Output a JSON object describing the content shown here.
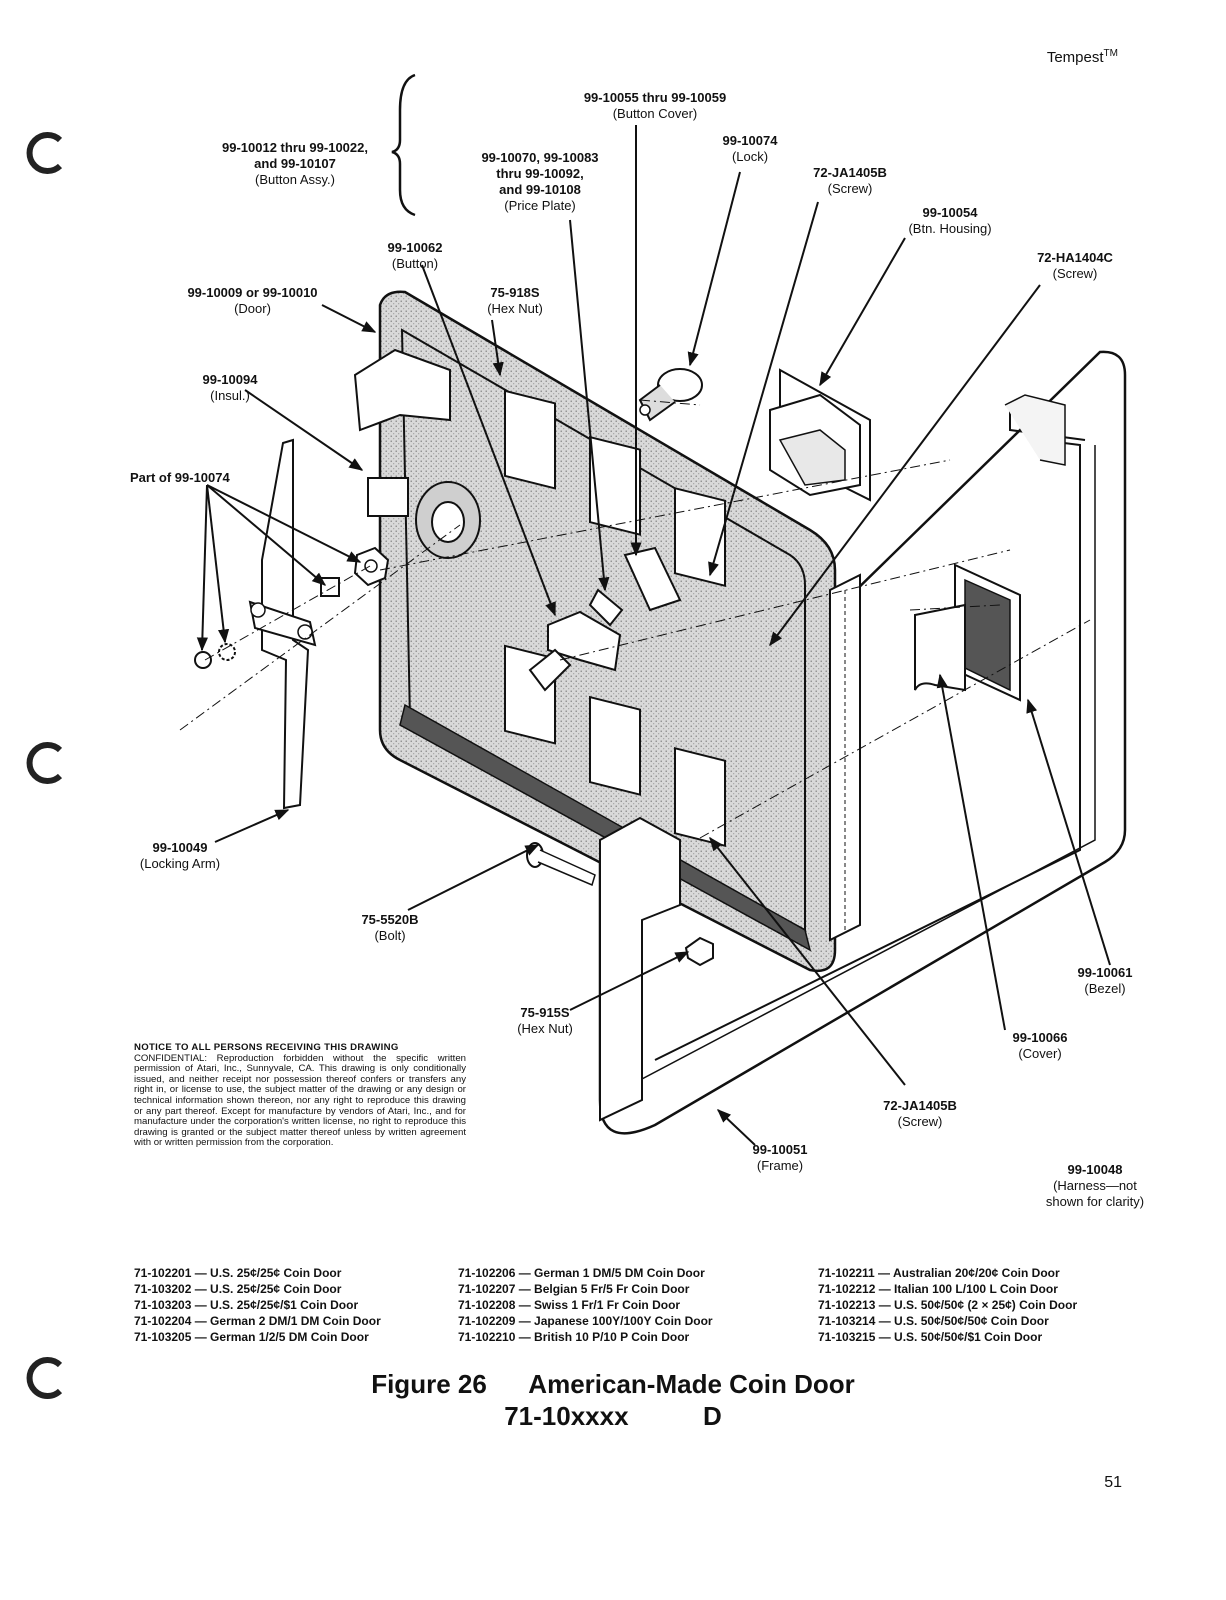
{
  "header": {
    "brand": "Tempest",
    "trademark": "TM"
  },
  "labels": {
    "button_assy": {
      "num": "99-10012 thru 99-10022,\nand 99-10107",
      "desc": "(Button Assy.)"
    },
    "button_cover": {
      "num": "99-10055 thru 99-10059",
      "desc": "(Button Cover)"
    },
    "price_plate": {
      "num": "99-10070, 99-10083\nthru 99-10092,\nand 99-10108",
      "desc": "(Price Plate)"
    },
    "lock": {
      "num": "99-10074",
      "desc": "(Lock)"
    },
    "screw_top": {
      "num": "72-JA1405B",
      "desc": "(Screw)"
    },
    "btn_housing": {
      "num": "99-10054",
      "desc": "(Btn. Housing)"
    },
    "screw_ha": {
      "num": "72-HA1404C",
      "desc": "(Screw)"
    },
    "button": {
      "num": "99-10062",
      "desc": "(Button)"
    },
    "door": {
      "num": "99-10009 or 99-10010",
      "desc": "(Door)"
    },
    "hex_nut_top": {
      "num": "75-918S",
      "desc": "(Hex Nut)"
    },
    "insul": {
      "num": "99-10094",
      "desc": "(Insul.)"
    },
    "part_of_lock": {
      "num": "Part of 99-10074"
    },
    "locking_arm": {
      "num": "99-10049",
      "desc": "(Locking Arm)"
    },
    "bolt": {
      "num": "75-5520B",
      "desc": "(Bolt)"
    },
    "hex_nut_bottom": {
      "num": "75-915S",
      "desc": "(Hex Nut)"
    },
    "bezel": {
      "num": "99-10061",
      "desc": "(Bezel)"
    },
    "cover": {
      "num": "99-10066",
      "desc": "(Cover)"
    },
    "screw_bottom": {
      "num": "72-JA1405B",
      "desc": "(Screw)"
    },
    "frame": {
      "num": "99-10051",
      "desc": "(Frame)"
    },
    "harness": {
      "num": "99-10048",
      "desc": "(Harness—not\nshown for clarity)"
    }
  },
  "notice": {
    "title": "NOTICE TO ALL PERSONS RECEIVING THIS DRAWING",
    "body": "CONFIDENTIAL: Reproduction forbidden without the specific written permission of Atari, Inc., Sunnyvale, CA. This drawing is only conditionally issued, and neither receipt nor possession thereof confers or transfers any right in, or license to use, the subject matter of the drawing or any design or technical information shown thereon, nor any right to reproduce this drawing or any part thereof. Except for manufacture by vendors of Atari, Inc., and for manufacture under the corporation's written license, no right to reproduce this drawing is granted or the subject matter thereof unless by written agreement with or written permission from the corporation."
  },
  "parts_list": {
    "col1": [
      "71-102201 — U.S. 25¢/25¢ Coin Door",
      "71-103202 — U.S. 25¢/25¢ Coin Door",
      "71-103203 — U.S. 25¢/25¢/$1 Coin Door",
      "71-102204 — German 2 DM/1 DM Coin Door",
      "71-103205 — German 1/2/5 DM Coin Door"
    ],
    "col2": [
      "71-102206 — German 1 DM/5 DM Coin Door",
      "71-102207 — Belgian 5 Fr/5 Fr Coin Door",
      "71-102208 — Swiss 1 Fr/1 Fr Coin Door",
      "71-102209 — Japanese 100Y/100Y Coin Door",
      "71-102210 — British 10 P/10 P Coin Door"
    ],
    "col3": [
      "71-102211 — Australian 20¢/20¢ Coin Door",
      "71-102212 — Italian 100 L/100 L Coin Door",
      "71-102213 — U.S. 50¢/50¢ (2 × 25¢) Coin Door",
      "71-103214 — U.S. 50¢/50¢/50¢ Coin Door",
      "71-103215 — U.S. 50¢/50¢/$1 Coin Door"
    ]
  },
  "caption": {
    "figure": "Figure 26",
    "title": "American-Made Coin Door",
    "part_number": "71-10xxxx",
    "revision": "D"
  },
  "page_number": "51"
}
